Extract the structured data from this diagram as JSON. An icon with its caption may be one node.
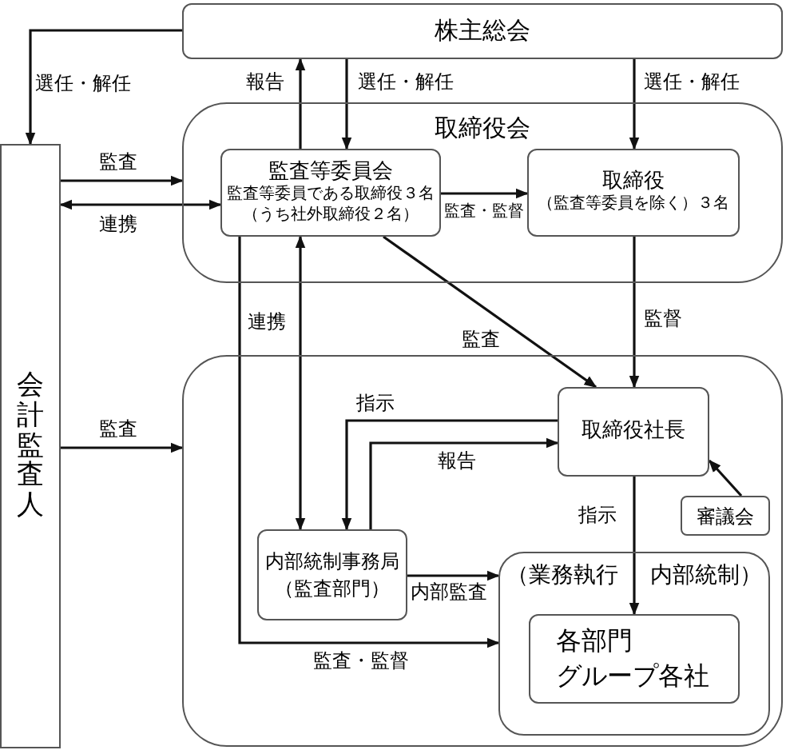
{
  "diagram": {
    "nodes": [
      {
        "text": [
          "株主総会"
        ]
      },
      {
        "text": [
          "取締役会"
        ]
      },
      {
        "text": [
          "監査等委員会",
          "監査等委員である取締役３名",
          "（うち社外取締役２名）"
        ],
        "in": 1
      },
      {
        "text": [
          "取締役",
          "（監査等委員を除く）３名"
        ],
        "in": 1
      },
      {
        "text": [
          "会計監査人"
        ]
      },
      {
        "text": [],
        "shape": "box"
      },
      {
        "text": [
          "取締役社長"
        ],
        "in": 5
      },
      {
        "text": [
          "審議会"
        ],
        "in": 5
      },
      {
        "text": [
          "内部統制事務局（監査部門）"
        ],
        "in": 5
      },
      {
        "text": [
          "（業務執行",
          "内部統制）"
        ],
        "in": 5
      },
      {
        "text": [
          "各部門",
          "グループ各社"
        ],
        "in": 9
      }
    ],
    "edges": [
      {
        "from": 0,
        "to": 4,
        "arrow": "to",
        "label": "選任・解任"
      },
      {
        "from": 2,
        "to": 0,
        "arrow": "to",
        "label": "報告"
      },
      {
        "from": 0,
        "to": 2,
        "arrow": "to",
        "label": "選任・解任"
      },
      {
        "from": 0,
        "to": 3,
        "arrow": "to",
        "label": "選任・解任"
      },
      {
        "from": 4,
        "to": 1,
        "arrow": "to",
        "label": "監査"
      },
      {
        "from": 4,
        "to": 2,
        "arrow": "both",
        "label": "連携"
      },
      {
        "from": 2,
        "to": 3,
        "arrow": "to",
        "label": "監査・監督"
      },
      {
        "from": 3,
        "to": 6,
        "arrow": "to",
        "label": "監督"
      },
      {
        "from": 2,
        "to": 6,
        "arrow": "to",
        "label": "監査"
      },
      {
        "from": 2,
        "to": 8,
        "arrow": "both",
        "label": "連携"
      },
      {
        "from": 4,
        "to": 5,
        "arrow": "to",
        "label": "監査"
      },
      {
        "from": 6,
        "to": 8,
        "arrow": "to",
        "label": "指示"
      },
      {
        "from": 8,
        "to": 6,
        "arrow": "to",
        "label": "報告"
      },
      {
        "from": 6,
        "to": 10,
        "arrow": "to",
        "label": "指示"
      },
      {
        "from": 7,
        "to": 6,
        "arrow": "to"
      },
      {
        "from": 8,
        "to": 9,
        "arrow": "to",
        "label": "内部監査"
      },
      {
        "from": 2,
        "to": 9,
        "arrow": "to",
        "label": "監査・監督"
      }
    ]
  }
}
